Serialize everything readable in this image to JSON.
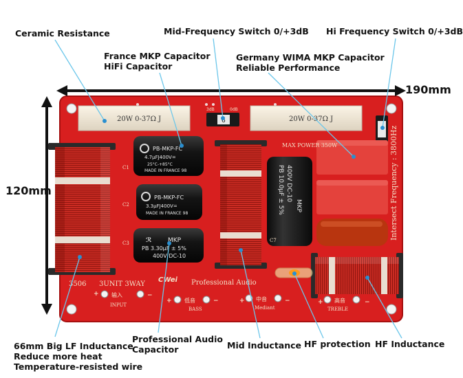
{
  "callouts": {
    "ceramic_resistance": "Ceramic Resistance",
    "mid_switch": "Mid-Frequency Switch 0/+3dB",
    "hi_switch": "Hi Frequency Switch 0/+3dB",
    "france_capacitor_l1": "France MKP Capacitor",
    "france_capacitor_l2": "HiFi Capacitor",
    "wima_capacitor_l1": "Germany WIMA MKP Capacitor",
    "wima_capacitor_l2": "Reliable Performance",
    "lf_inductance_l1": "66mm Big LF Inductance",
    "lf_inductance_l2": "Reduce more heat",
    "lf_inductance_l3": "Temperature-resisted wire",
    "pro_capacitor_l1": "Professional Audio",
    "pro_capacitor_l2": "Capacitor",
    "mid_inductance": "Mid Inductance",
    "hf_protection": "HF protection",
    "hf_inductance": "HF Inductance"
  },
  "dimensions": {
    "width": "190mm",
    "height": "120mm"
  },
  "board": {
    "resistor_label": "20W 0-37Ω J",
    "max_power": "MAX POWER 350W",
    "intersect": "Intersect Frequency : 3800Hz",
    "model": "3506",
    "unit": "3UNIT 3WAY",
    "brand": "Professional Audio",
    "logo": "CWei",
    "switch_value": "6",
    "sw_left": "3dB",
    "sw_right": "0dB",
    "terminals": {
      "input_cn": "输入",
      "input": "INPUT",
      "bass_cn": "低音",
      "bass": "BASS",
      "mid_cn": "中音",
      "mid": "Mediant",
      "treble_cn": "高音",
      "treble": "TREBLE"
    },
    "silk": {
      "c1": "C1",
      "c2": "C2",
      "c3": "C3",
      "c7": "C7"
    }
  },
  "capacitors": {
    "france1": {
      "l1": "PB-MKP-FC",
      "l2": "4.7μFJ400V=",
      "l3": "25°C-+85°C",
      "l4": "MADE IN FRANCE 98"
    },
    "france2": {
      "l1": "PB-MKP-FC",
      "l2": "3.3μFJ400V=",
      "l3": "MADE IN FRANCE 98"
    },
    "audio": {
      "l1": "MKP",
      "l2": "PB 3.30μF ± 5%",
      "l3": "400V DC-10"
    },
    "big": {
      "l1": "PB 10.0μF ± 5%",
      "l2": "400V DC-10",
      "l3": "MKP"
    }
  },
  "colors": {
    "board": "#d81f1f",
    "coil": "#c2221c",
    "wima": "#e4423c",
    "capacitor": "#161616"
  }
}
